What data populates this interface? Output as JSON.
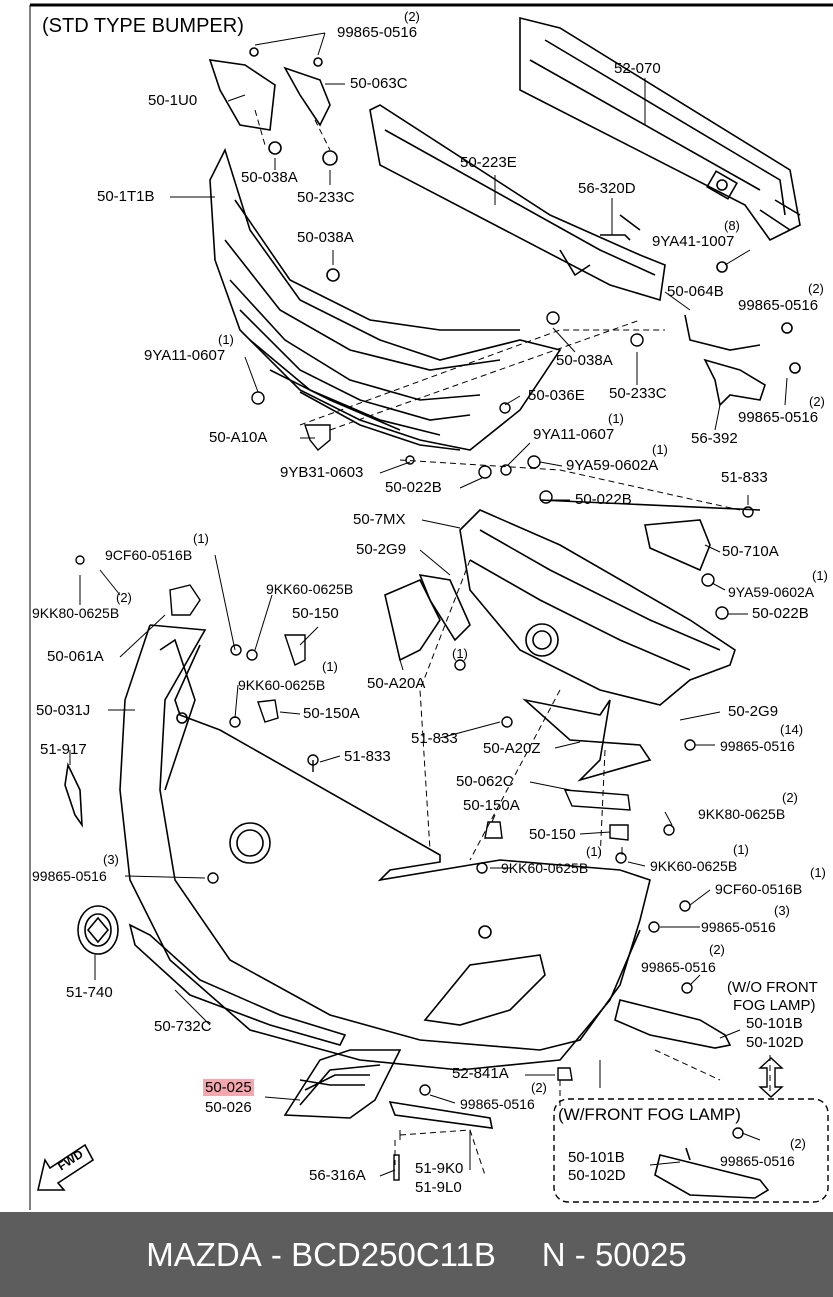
{
  "title": "(STD TYPE BUMPER)",
  "callouts": [
    {
      "id": "c1",
      "text": "99865-0516"
    },
    {
      "id": "c2",
      "text": "50-1U0"
    },
    {
      "id": "c3",
      "text": "50-063C"
    },
    {
      "id": "c4",
      "text": "52-070"
    },
    {
      "id": "c5",
      "text": "50-038A"
    },
    {
      "id": "c6",
      "text": "50-233C"
    },
    {
      "id": "c7",
      "text": "50-223E"
    },
    {
      "id": "c8",
      "text": "50-1T1B"
    },
    {
      "id": "c9",
      "text": "56-320D"
    },
    {
      "id": "c10",
      "text": "50-038A"
    },
    {
      "id": "c11",
      "text": "9YA41-1007"
    },
    {
      "id": "c12",
      "text": "50-064B"
    },
    {
      "id": "c13",
      "text": "99865-0516"
    },
    {
      "id": "c14",
      "text": "9YA11-0607"
    },
    {
      "id": "c15",
      "text": "50-038A"
    },
    {
      "id": "c16",
      "text": "50-233C"
    },
    {
      "id": "c17",
      "text": "99865-0516"
    },
    {
      "id": "c18",
      "text": "50-036E"
    },
    {
      "id": "c19",
      "text": "56-392"
    },
    {
      "id": "c20",
      "text": "50-A10A"
    },
    {
      "id": "c21",
      "text": "9YA11-0607"
    },
    {
      "id": "c22",
      "text": "9YA59-0602A"
    },
    {
      "id": "c23",
      "text": "9YB31-0603"
    },
    {
      "id": "c24",
      "text": "50-022B"
    },
    {
      "id": "c25",
      "text": "51-833"
    },
    {
      "id": "c26",
      "text": "50-022B"
    },
    {
      "id": "c27",
      "text": "50-7MX"
    },
    {
      "id": "c28",
      "text": "50-2G9"
    },
    {
      "id": "c29",
      "text": "50-710A"
    },
    {
      "id": "c30",
      "text": "9CF60-0516B"
    },
    {
      "id": "c31",
      "text": "9YA59-0602A"
    },
    {
      "id": "c32",
      "text": "9KK80-0625B"
    },
    {
      "id": "c33",
      "text": "9KK60-0625B"
    },
    {
      "id": "c34",
      "text": "50-150"
    },
    {
      "id": "c35",
      "text": "50-022B"
    },
    {
      "id": "c36",
      "text": "50-061A"
    },
    {
      "id": "c37",
      "text": "50-A20A"
    },
    {
      "id": "c38",
      "text": "9KK60-0625B"
    },
    {
      "id": "c39",
      "text": "50-031J"
    },
    {
      "id": "c40",
      "text": "50-150A"
    },
    {
      "id": "c41",
      "text": "50-2G9"
    },
    {
      "id": "c42",
      "text": "51-833"
    },
    {
      "id": "c43",
      "text": "50-A20Z"
    },
    {
      "id": "c44",
      "text": "99865-0516"
    },
    {
      "id": "c45",
      "text": "51-917"
    },
    {
      "id": "c46",
      "text": "51-833"
    },
    {
      "id": "c47",
      "text": "50-062C"
    },
    {
      "id": "c48",
      "text": "50-150A"
    },
    {
      "id": "c49",
      "text": "9KK80-0625B"
    },
    {
      "id": "c50",
      "text": "50-150"
    },
    {
      "id": "c51",
      "text": "99865-0516"
    },
    {
      "id": "c52",
      "text": "9KK60-0625B"
    },
    {
      "id": "c53",
      "text": "9KK60-0625B"
    },
    {
      "id": "c54",
      "text": "9CF60-0516B"
    },
    {
      "id": "c55",
      "text": "99865-0516"
    },
    {
      "id": "c56",
      "text": "51-740"
    },
    {
      "id": "c57",
      "text": "99865-0516"
    },
    {
      "id": "c58",
      "text": "50-732C"
    },
    {
      "id": "c59",
      "text": "50-101B"
    },
    {
      "id": "c60",
      "text": "50-102D"
    },
    {
      "id": "c61",
      "text": "52-841A"
    },
    {
      "id": "c62",
      "text": "50-025"
    },
    {
      "id": "c63",
      "text": "50-026"
    },
    {
      "id": "c64",
      "text": "99865-0516"
    },
    {
      "id": "c65",
      "text": "56-316A"
    },
    {
      "id": "c66",
      "text": "51-9K0"
    },
    {
      "id": "c67",
      "text": "51-9L0"
    },
    {
      "id": "c68",
      "text": "50-101B"
    },
    {
      "id": "c69",
      "text": "50-102D"
    },
    {
      "id": "c70",
      "text": "99865-0516"
    }
  ],
  "quantities": [
    {
      "id": "q1",
      "text": "(2)"
    },
    {
      "id": "q2",
      "text": "(8)"
    },
    {
      "id": "q3",
      "text": "(2)"
    },
    {
      "id": "q4",
      "text": "(1)"
    },
    {
      "id": "q5",
      "text": "(2)"
    },
    {
      "id": "q6",
      "text": "(1)"
    },
    {
      "id": "q7",
      "text": "(1)"
    },
    {
      "id": "q8",
      "text": "(1)"
    },
    {
      "id": "q9",
      "text": "(1)"
    },
    {
      "id": "q10",
      "text": "(2)"
    },
    {
      "id": "q11",
      "text": "(1)"
    },
    {
      "id": "q12",
      "text": "(1)"
    },
    {
      "id": "q13",
      "text": "(14)"
    },
    {
      "id": "q14",
      "text": "(2)"
    },
    {
      "id": "q15",
      "text": "(3)"
    },
    {
      "id": "q16",
      "text": "(1)"
    },
    {
      "id": "q17",
      "text": "(1)"
    },
    {
      "id": "q18",
      "text": "(1)"
    },
    {
      "id": "q19",
      "text": "(3)"
    },
    {
      "id": "q20",
      "text": "(2)"
    },
    {
      "id": "q21",
      "text": "(2)"
    },
    {
      "id": "q22",
      "text": "(2)"
    }
  ],
  "notes": {
    "wo_fog_1": "(W/O FRONT",
    "wo_fog_2": "FOG LAMP)",
    "w_fog": "(W/FRONT FOG LAMP)",
    "fwd": "FWD"
  },
  "highlight_color": "#f4a7ad",
  "footer": {
    "brand": "MAZDA",
    "part_number": "BCD250C11B",
    "catalog_ref": "N - 50025",
    "separator": " - "
  },
  "footer_color": "#5d5d5d"
}
